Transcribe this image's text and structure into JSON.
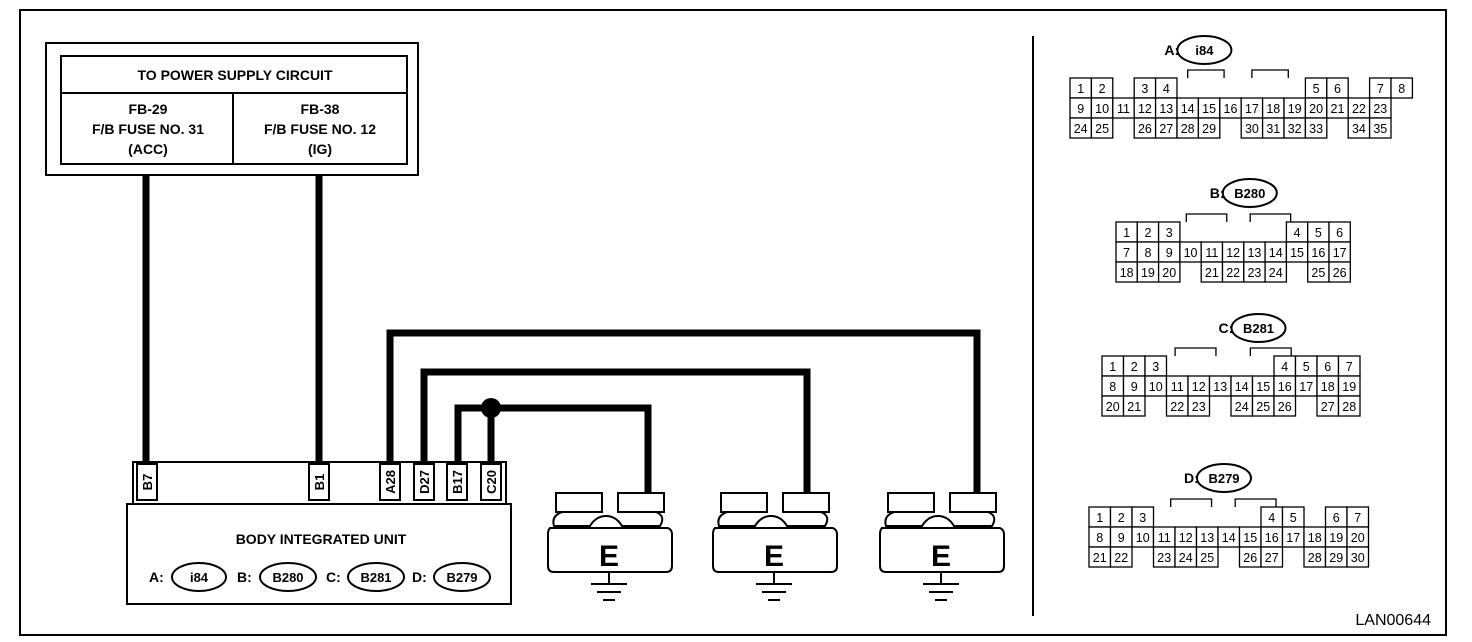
{
  "power_supply": {
    "title": "TO POWER SUPPLY CIRCUIT",
    "left": {
      "line1": "FB-29",
      "line2": "F/B FUSE NO. 31",
      "line3": "(ACC)"
    },
    "right": {
      "line1": "FB-38",
      "line2": "F/B FUSE NO. 12",
      "line3": "(IG)"
    }
  },
  "unit": {
    "title": "BODY INTEGRATED UNIT",
    "pins": [
      "B7",
      "B1",
      "A28",
      "D27",
      "B17",
      "C20"
    ],
    "connectors": [
      {
        "prefix": "A:",
        "id": "i84"
      },
      {
        "prefix": "B:",
        "id": "B280"
      },
      {
        "prefix": "C:",
        "id": "B281"
      },
      {
        "prefix": "D:",
        "id": "B279"
      }
    ]
  },
  "grounds": [
    {
      "label": "E"
    },
    {
      "label": "E"
    },
    {
      "label": "E"
    }
  ],
  "connector_views": [
    {
      "prefix": "A:",
      "id": "i84",
      "rows": [
        [
          "1",
          "2",
          "",
          "3",
          "4",
          "",
          "",
          "",
          "",
          "",
          "",
          "5",
          "6",
          "",
          "7",
          "8"
        ],
        [
          "9",
          "10",
          "11",
          "12",
          "13",
          "14",
          "15",
          "16",
          "17",
          "18",
          "19",
          "20",
          "21",
          "22",
          "23"
        ],
        [
          "24",
          "25",
          "",
          "26",
          "27",
          "28",
          "29",
          "",
          "30",
          "31",
          "32",
          "33",
          "",
          "34",
          "35"
        ]
      ]
    },
    {
      "prefix": "B:",
      "id": "B280",
      "rows": [
        [
          "1",
          "2",
          "3",
          "",
          "",
          "",
          "",
          "",
          "",
          "4",
          "5",
          "6"
        ],
        [
          "7",
          "8",
          "9",
          "10",
          "11",
          "12",
          "13",
          "14",
          "15",
          "16",
          "17"
        ],
        [
          "18",
          "19",
          "20",
          "",
          "21",
          "22",
          "23",
          "24",
          "",
          "25",
          "26"
        ]
      ]
    },
    {
      "prefix": "C:",
      "id": "B281",
      "rows": [
        [
          "1",
          "2",
          "3",
          "",
          "",
          "",
          "",
          "",
          "4",
          "5",
          "6",
          "7"
        ],
        [
          "8",
          "9",
          "10",
          "11",
          "12",
          "13",
          "14",
          "15",
          "16",
          "17",
          "18",
          "19"
        ],
        [
          "20",
          "21",
          "",
          "22",
          "23",
          "",
          "24",
          "25",
          "26",
          "",
          "27",
          "28"
        ]
      ]
    },
    {
      "prefix": "D:",
      "id": "B279",
      "rows": [
        [
          "1",
          "2",
          "3",
          "",
          "",
          "",
          "",
          "",
          "4",
          "5",
          "",
          "6",
          "7"
        ],
        [
          "8",
          "9",
          "10",
          "11",
          "12",
          "13",
          "14",
          "15",
          "16",
          "17",
          "18",
          "19",
          "20"
        ],
        [
          "21",
          "22",
          "",
          "23",
          "24",
          "25",
          "",
          "26",
          "27",
          "",
          "28",
          "29",
          "30"
        ]
      ]
    }
  ],
  "figure_code": "LAN00644"
}
